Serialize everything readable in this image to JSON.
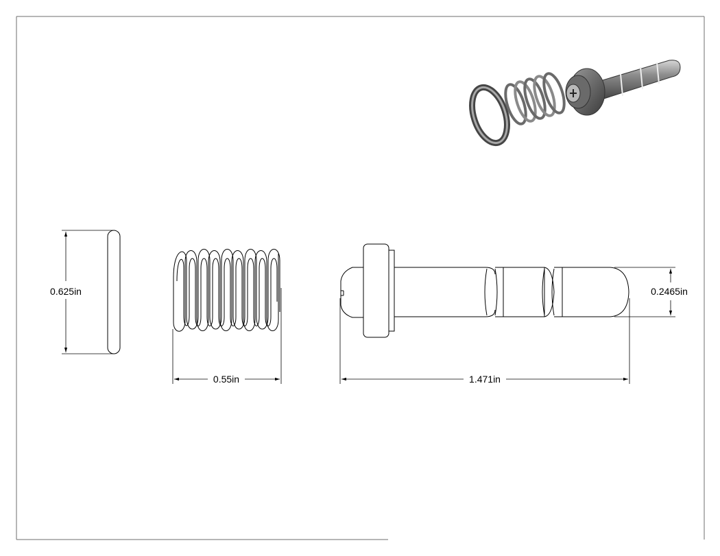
{
  "drawing": {
    "colors": {
      "line": "#000000",
      "frame": "#6e6e6e",
      "part_dark": "#555555",
      "part_mid": "#8a8a8a",
      "part_light": "#c8c8c8"
    }
  },
  "dimensions": {
    "ring_height": "0.625in",
    "spring_length": "0.55in",
    "pin_length": "1.471in",
    "pin_diameter": "0.2465in"
  }
}
